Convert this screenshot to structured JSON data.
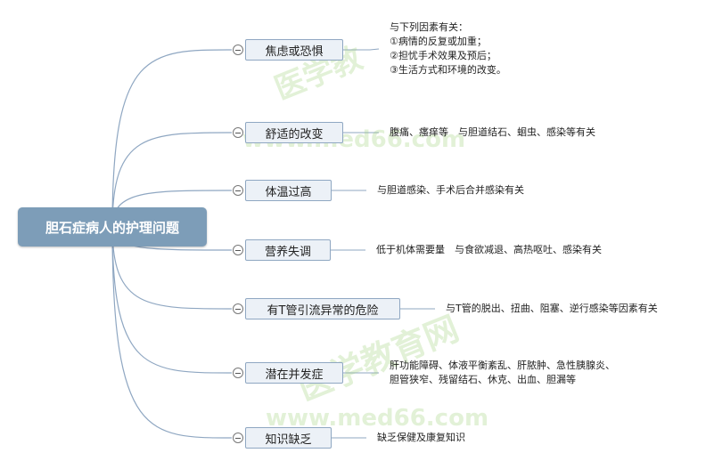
{
  "root": {
    "label": "胆石症病人的护理问题"
  },
  "colors": {
    "root_bg": "#7d9db8",
    "node_bg": "#ecf1f7",
    "node_border": "#8fa7c2",
    "branch_line": "#8fa7c2",
    "watermark": "#96cd6e"
  },
  "watermarks": {
    "top": "医学教",
    "mid_url": "www.med66.com",
    "mid_text": "医学教育网",
    "bottom_url": "www.med66.com"
  },
  "branches": [
    {
      "label": "焦虑或恐惧",
      "details": [
        "与下列因素有关：",
        "①病情的反复或加重；",
        "②担忧手术效果及预后；",
        "③生活方式和环境的改变。"
      ]
    },
    {
      "label": "舒适的改变",
      "details": [
        "腹痛、瘙痒等　与胆道结石、蛔虫、感染等有关"
      ]
    },
    {
      "label": "体温过高",
      "details": [
        "与胆道感染、手术后合并感染有关"
      ]
    },
    {
      "label": "营养失调",
      "details": [
        "低于机体需要量　与食欲减退、高热呕吐、感染有关"
      ]
    },
    {
      "label": "有T管引流异常的危险",
      "details": [
        "与T管的脱出、扭曲、阻塞、逆行感染等因素有关"
      ]
    },
    {
      "label": "潜在并发症",
      "details": [
        "肝功能障碍、体液平衡紊乱、肝脓肿、急性胰腺炎、",
        "胆管狭窄、残留结石、休克、出血、胆漏等"
      ]
    },
    {
      "label": "知识缺乏",
      "details": [
        "缺乏保健及康复知识"
      ]
    }
  ]
}
